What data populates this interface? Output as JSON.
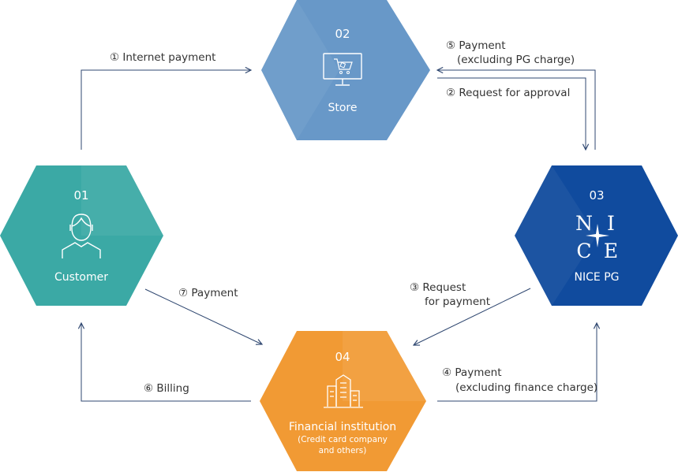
{
  "colors": {
    "customer": "#3ba9a5",
    "store": "#6898c8",
    "nice_pg": "#104b9e",
    "financial": "#f19a34",
    "line": "#2f4770"
  },
  "nodes": {
    "customer": {
      "num": "01",
      "label": "Customer",
      "icon": "person-icon"
    },
    "store": {
      "num": "02",
      "label": "Store",
      "icon": "monitor-cart-icon"
    },
    "nice_pg": {
      "num": "03",
      "label": "NICE PG",
      "logo_letters": [
        "N",
        "I",
        "C",
        "E"
      ]
    },
    "financial": {
      "num": "04",
      "label": "Financial institution",
      "sub1": "(Credit card company",
      "sub2": "and others)",
      "icon": "buildings-icon"
    }
  },
  "edges": {
    "e1": {
      "text": "① Internet payment"
    },
    "e5": {
      "line1": "⑤ Payment",
      "line2": "(excluding PG charge)"
    },
    "e2": {
      "text": "② Request for approval"
    },
    "e3": {
      "line1": "③ Request",
      "line2": "for payment"
    },
    "e4": {
      "line1": "④ Payment",
      "line2": "(excluding finance charge)"
    },
    "e6": {
      "text": "⑥ Billing"
    },
    "e7": {
      "text": "⑦ Payment"
    }
  }
}
